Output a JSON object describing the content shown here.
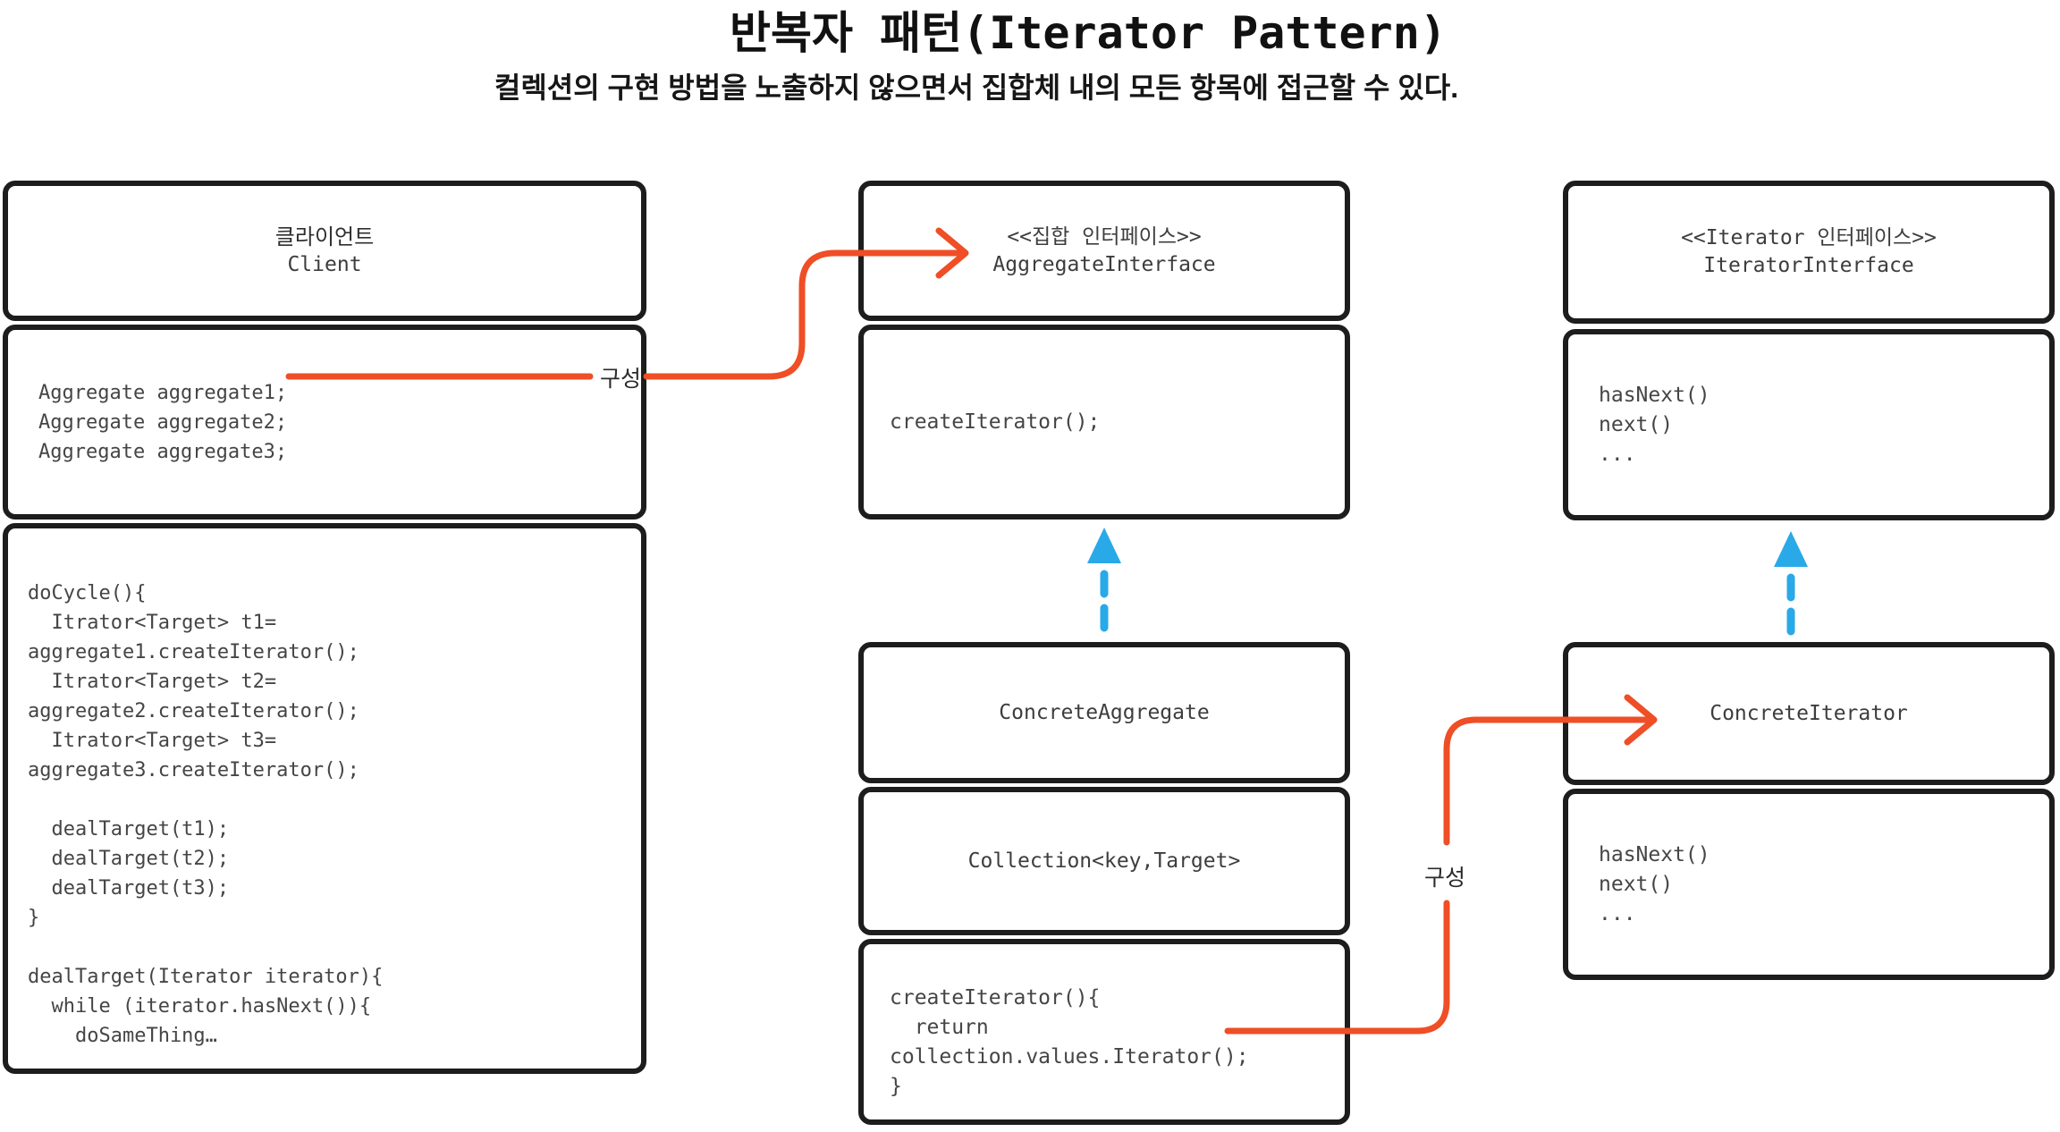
{
  "title": "반복자 패턴(Iterator Pattern)",
  "subtitle": "컬렉션의 구현 방법을 노출하지 않으면서 집합체 내의 모든 항목에 접근할 수 있다.",
  "colors": {
    "accent_orange": "#ef4e26",
    "accent_blue": "#29a9e8",
    "line_black": "#1d1d1d"
  },
  "labels": {
    "composition_1": "구성",
    "composition_2": "구성"
  },
  "client": {
    "title_ko": "클라이언트",
    "title_en": "Client",
    "fields": [
      "Aggregate aggregate1;",
      "Aggregate aggregate2;",
      "Aggregate aggregate3;"
    ],
    "code": [
      "doCycle(){",
      "  Itrator<Target> t1=",
      "aggregate1.createIterator();",
      "  Itrator<Target> t2=",
      "aggregate2.createIterator();",
      "  Itrator<Target> t3=",
      "aggregate3.createIterator();",
      "",
      "  dealTarget(t1);",
      "  dealTarget(t2);",
      "  dealTarget(t3);",
      "}",
      "",
      "dealTarget(Iterator iterator){",
      "  while (iterator.hasNext()){",
      "    doSameThing…"
    ]
  },
  "aggregate_interface": {
    "stereotype": "<<집합 인터페이스>>",
    "name": "AggregateInterface",
    "methods": [
      "createIterator();"
    ]
  },
  "concrete_aggregate": {
    "name": "ConcreteAggregate",
    "field": "Collection<key,Target>",
    "code": [
      "createIterator(){",
      "  return",
      "collection.values.Iterator();",
      "}"
    ]
  },
  "iterator_interface": {
    "stereotype": "<<Iterator 인터페이스>>",
    "name": "IteratorInterface",
    "methods": [
      "hasNext()",
      "next()",
      "..."
    ]
  },
  "concrete_iterator": {
    "name": "ConcreteIterator",
    "methods": [
      "hasNext()",
      "next()",
      "..."
    ]
  }
}
